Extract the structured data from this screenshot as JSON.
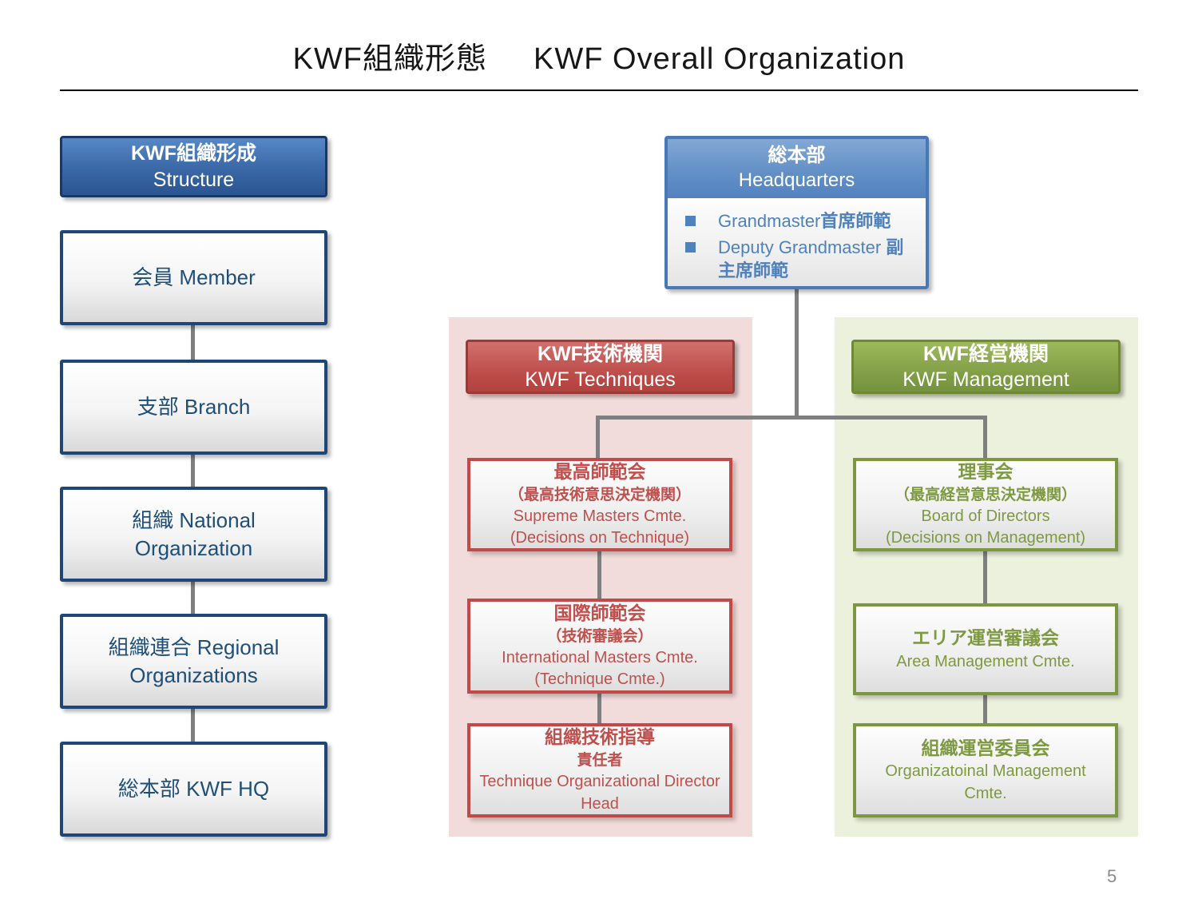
{
  "slide": {
    "title_jp": "KWF組織形態",
    "title_en": "KWF Overall Organization",
    "page_number": "5"
  },
  "structure_column": {
    "header": {
      "jp": "KWF組織形成",
      "en": "Structure"
    },
    "boxes": [
      {
        "label": "会員 Member"
      },
      {
        "label": "支部 Branch"
      },
      {
        "label": "組織 National Organization"
      },
      {
        "label": "組織連合 Regional Organizations"
      },
      {
        "label": "総本部 KWF HQ"
      }
    ]
  },
  "headquarters": {
    "title_jp": "総本部",
    "title_en": "Headquarters",
    "bullets": [
      {
        "en": "Grandmaster",
        "jp": "首席師範"
      },
      {
        "en": "Deputy Grandmaster ",
        "jp": "副主席師範"
      }
    ]
  },
  "techniques": {
    "header_jp": "KWF技術機関",
    "header_en": "KWF Techniques",
    "boxes": [
      {
        "jp1": "最高師範会",
        "jp2": "（最高技術意思決定機関）",
        "en1": "Supreme Masters Cmte.",
        "en2": "(Decisions on Technique)"
      },
      {
        "jp1": "国際師範会",
        "jp2": "（技術審議会）",
        "en1": "International Masters Cmte.",
        "en2": "(Technique Cmte.)"
      },
      {
        "jp1": "組織技術指導",
        "jp2": "責任者",
        "en1": "Technique Organizational Director",
        "en2": "Head"
      }
    ]
  },
  "management": {
    "header_jp": "KWF経営機関",
    "header_en": "KWF Management",
    "boxes": [
      {
        "jp1": "理事会",
        "jp2": "（最高経営意思決定機関）",
        "en1": "Board of Directors",
        "en2": "(Decisions on Management)"
      },
      {
        "jp1": "エリア運営審議会",
        "en1": "Area Management Cmte."
      },
      {
        "jp1": "組織運営委員会",
        "en1": "Organizatoinal Management Cmte."
      }
    ]
  },
  "colors": {
    "navy_border": "#1e4678",
    "navy_text": "#1f4e79",
    "blue_header": "#2b5591",
    "hq_border": "#4879b5",
    "hq_text": "#4f81bd",
    "red_border": "#bf4a47",
    "red_text": "#c0504d",
    "pink_panel": "#f2dcdb",
    "green_border": "#7c983e",
    "green_text": "#7e9a41",
    "green_panel": "#ebf1dd",
    "connector_gray": "#7f7f7f"
  }
}
